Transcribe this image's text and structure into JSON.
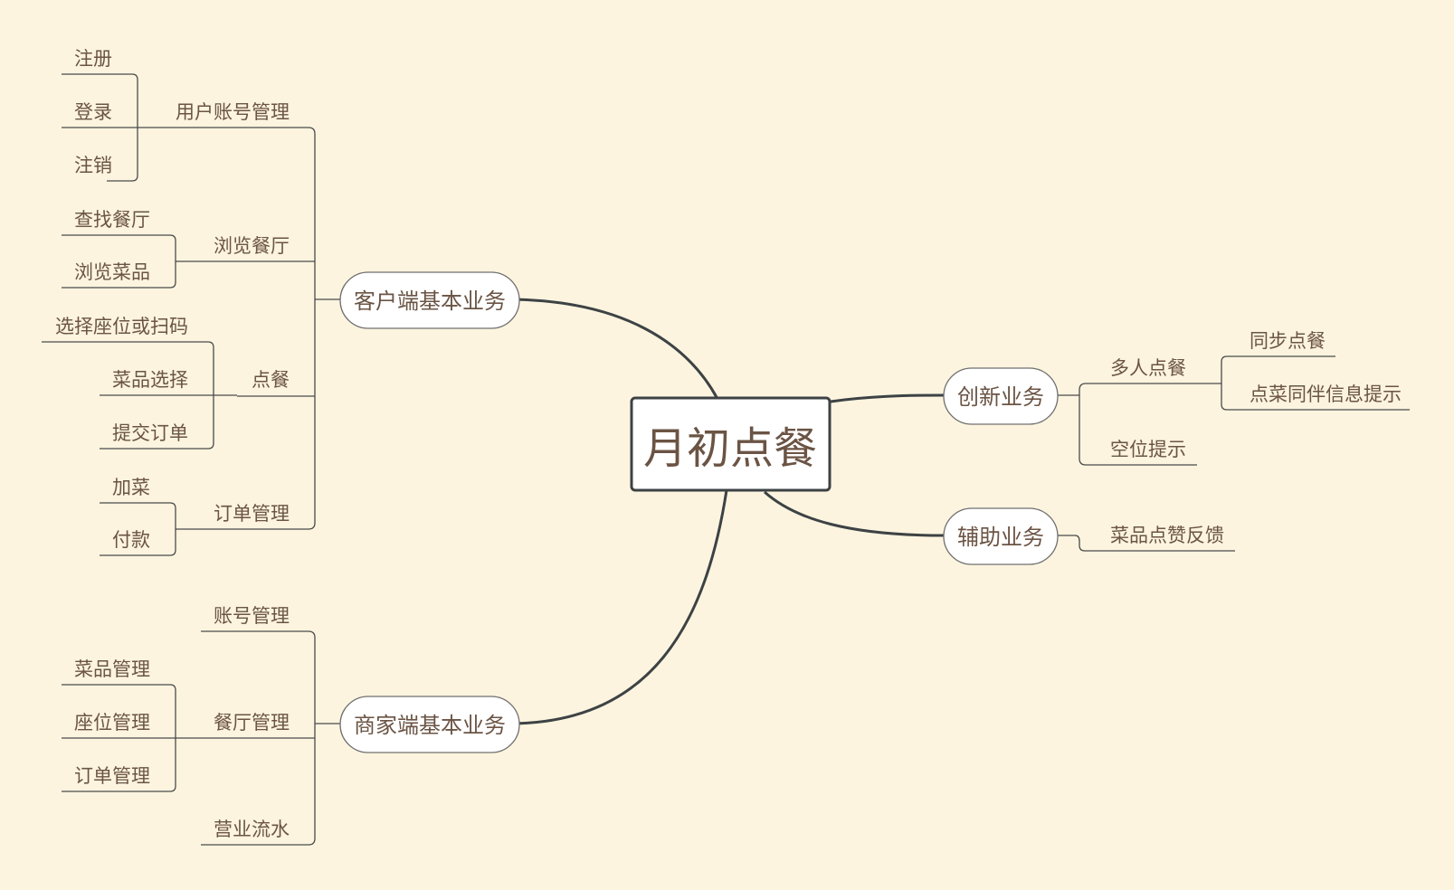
{
  "center": {
    "label": "月初点餐"
  },
  "branches": {
    "client": {
      "label": "客户端基本业务",
      "account": {
        "label": "用户账号管理",
        "register": "注册",
        "login": "登录",
        "logout": "注销"
      },
      "browse": {
        "label": "浏览餐厅",
        "find": "查找餐厅",
        "dishes": "浏览菜品"
      },
      "order": {
        "label": "点餐",
        "seat_scan": "选择座位或扫码",
        "select_dish": "菜品选择",
        "submit": "提交订单"
      },
      "order_mgmt": {
        "label": "订单管理",
        "add_dish": "加菜",
        "pay": "付款"
      }
    },
    "merchant": {
      "label": "商家端基本业务",
      "account": {
        "label": "账号管理"
      },
      "restaurant": {
        "label": "餐厅管理",
        "dishes": "菜品管理",
        "seats": "座位管理",
        "orders": "订单管理"
      },
      "flow": {
        "label": "营业流水"
      }
    },
    "innovation": {
      "label": "创新业务",
      "multi": {
        "label": "多人点餐",
        "sync": "同步点餐",
        "companion": "点菜同伴信息提示"
      },
      "vacancy": {
        "label": "空位提示"
      }
    },
    "assist": {
      "label": "辅助业务",
      "feedback": {
        "label": "菜品点赞反馈"
      }
    }
  }
}
